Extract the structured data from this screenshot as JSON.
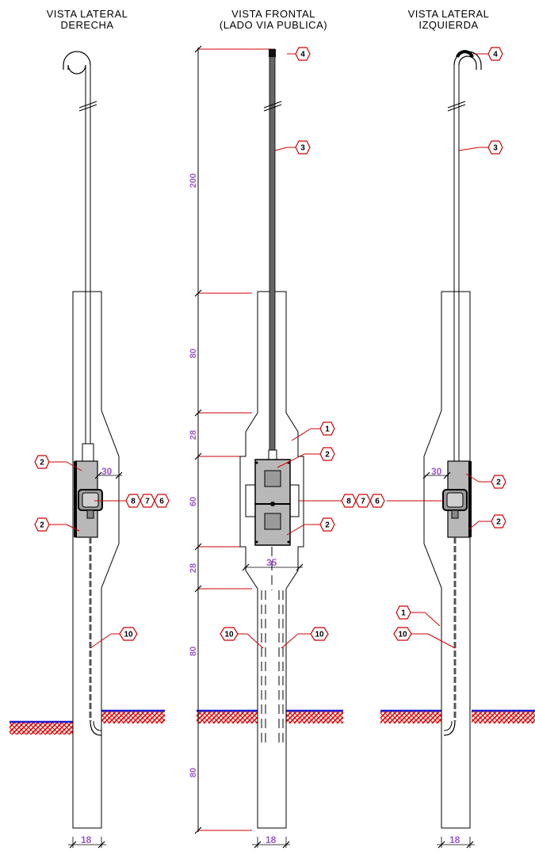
{
  "titles": {
    "right": [
      "VISTA LATERAL",
      "DERECHA"
    ],
    "front": [
      "VISTA FRONTAL",
      "(LADO VIA PUBLICA)"
    ],
    "left": [
      "VISTA LATERAL",
      "IZQUIERDA"
    ]
  },
  "dimensions": {
    "vertical": [
      "200",
      "80",
      "28",
      "60",
      "28",
      "80",
      "80"
    ],
    "width_box_front": "35",
    "width_box_side": "30",
    "width_base": "18"
  },
  "tags": {
    "mast_cap": "4",
    "mast": "3",
    "post": "1",
    "box": "2",
    "meter_a": "8",
    "meter_b": "7",
    "meter_c": "6",
    "conduit": "10"
  },
  "colors": {
    "leader": "#d00000",
    "dimension_text": "#9b59d0",
    "ground_line": "#1a1ad0",
    "ground_hatch": "#e00000",
    "box_fill": "#b8b8b8"
  }
}
